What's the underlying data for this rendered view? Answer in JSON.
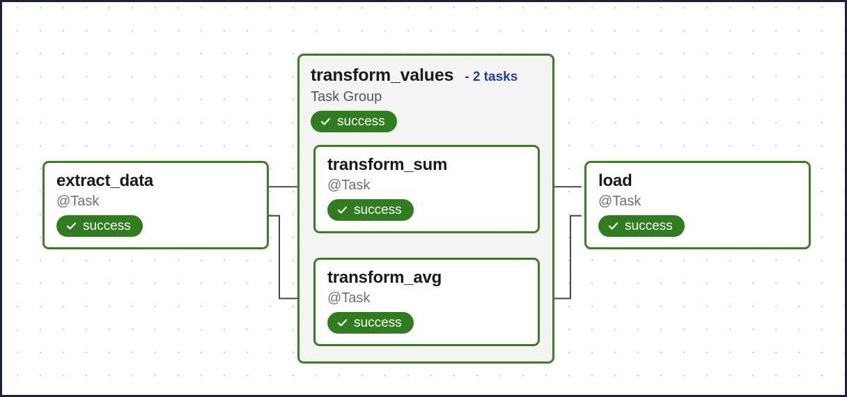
{
  "canvas": {
    "border_color": "#1a2035",
    "background_color": "#ffffff",
    "grid_dot_color": "#c9ccd4"
  },
  "colors": {
    "node_border_green": "#3a7d22",
    "badge_green": "#2f7d1f",
    "link_blue": "#1f3fa8",
    "edge_gray": "#3f434d",
    "group_fill": "#f4f4f4",
    "title_text": "#18191c",
    "subtitle_text": "#6b7079"
  },
  "nodes": {
    "extract_data": {
      "title": "extract_data",
      "type": "@Task",
      "status": "success",
      "check_icon": "check-icon"
    },
    "transform_sum": {
      "title": "transform_sum",
      "type": "@Task",
      "status": "success",
      "check_icon": "check-icon"
    },
    "transform_avg": {
      "title": "transform_avg",
      "type": "@Task",
      "status": "success",
      "check_icon": "check-icon"
    },
    "load": {
      "title": "load",
      "type": "@Task",
      "status": "success",
      "check_icon": "check-icon"
    }
  },
  "task_group": {
    "title": "transform_values",
    "tasks_label": "- 2 tasks",
    "type": "Task Group",
    "status": "success",
    "check_icon": "check-icon"
  },
  "edges": [
    {
      "from": "extract_data",
      "to": "transform_sum"
    },
    {
      "from": "extract_data",
      "to": "transform_avg"
    },
    {
      "from": "transform_sum",
      "to": "load"
    },
    {
      "from": "transform_avg",
      "to": "load"
    }
  ]
}
